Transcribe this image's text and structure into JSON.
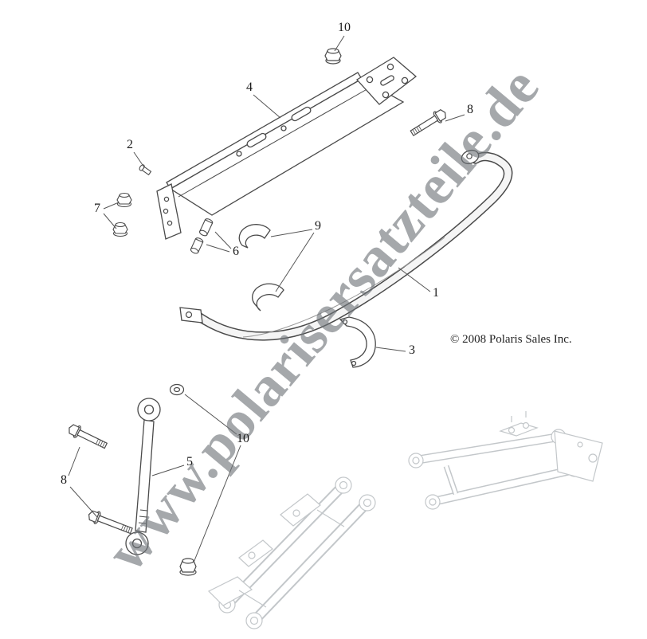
{
  "diagram": {
    "watermark": "www.polarisersatzteile.de",
    "copyright": "© 2008 Polaris Sales Inc."
  },
  "callouts": [
    {
      "label": "10"
    },
    {
      "label": "4"
    },
    {
      "label": "8"
    },
    {
      "label": "2"
    },
    {
      "label": "7"
    },
    {
      "label": "6"
    },
    {
      "label": "9"
    },
    {
      "label": "1"
    },
    {
      "label": "3"
    },
    {
      "label": "5"
    },
    {
      "label": "10"
    },
    {
      "label": "8"
    }
  ],
  "colors": {
    "line": "#4a4a4a",
    "ghost": "#c3c7ca",
    "watermark": "#6f7479"
  }
}
